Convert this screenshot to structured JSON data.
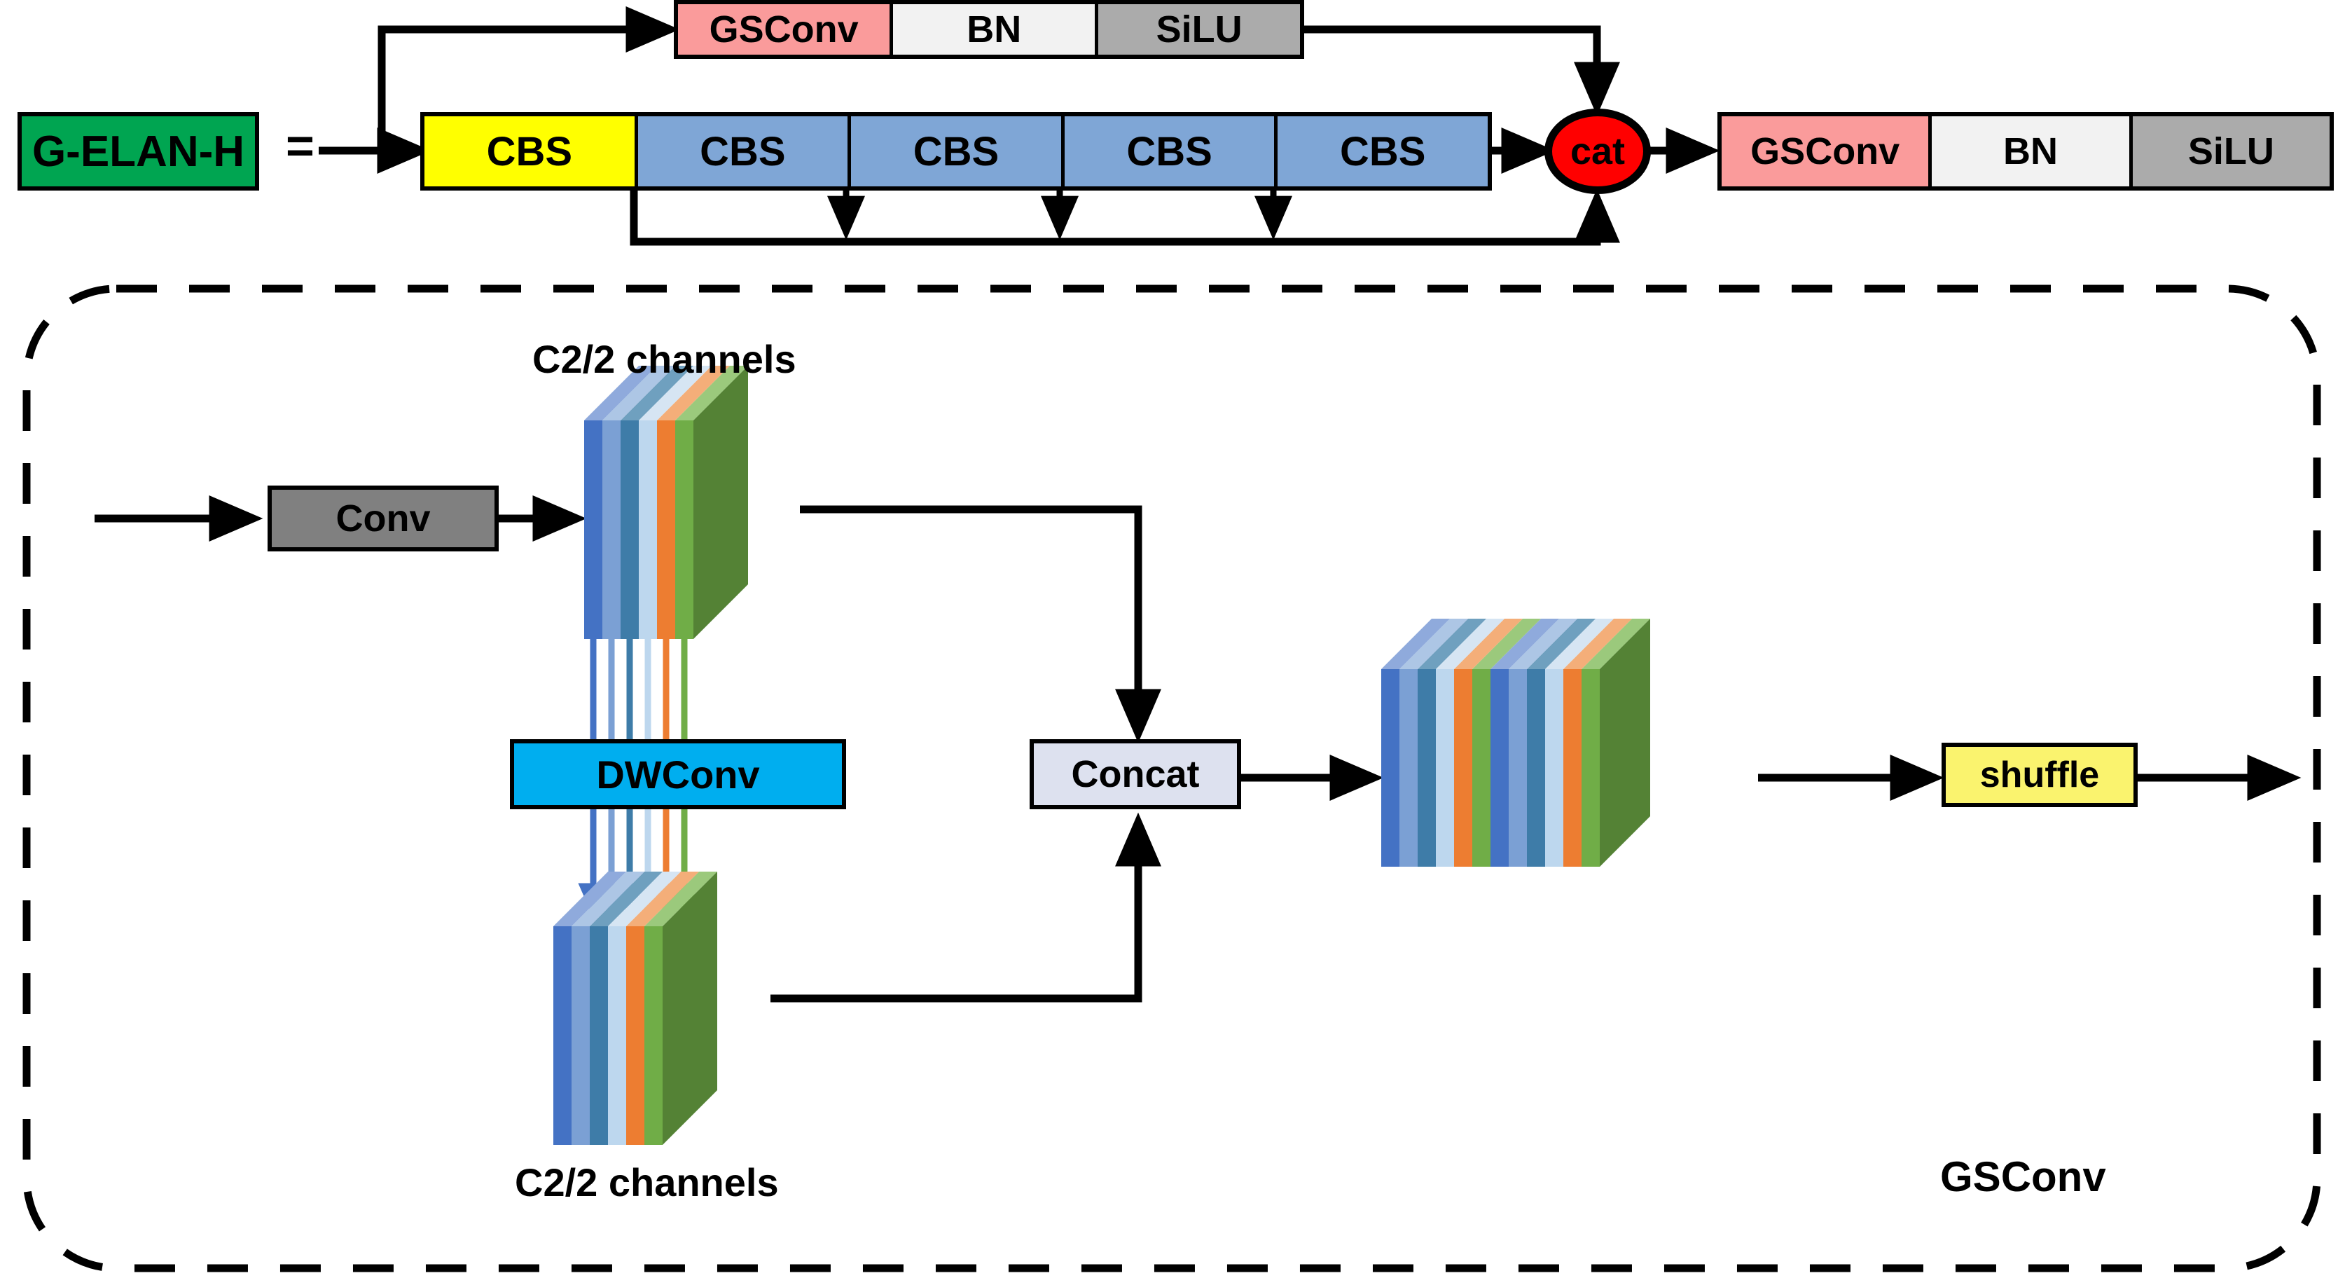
{
  "diagram": {
    "title_block": {
      "label": "G-ELAN-H",
      "color": "#00A551"
    },
    "equals": "=",
    "top_branch": {
      "cells": [
        {
          "label": "GSConv",
          "color": "#FA9B9B"
        },
        {
          "label": "BN",
          "color": "#F2F2F2"
        },
        {
          "label": "SiLU",
          "color": "#ABABAB"
        }
      ]
    },
    "main_branch": {
      "cells": [
        {
          "label": "CBS",
          "color": "#FFFF00"
        },
        {
          "label": "CBS",
          "color": "#7FA6D6"
        },
        {
          "label": "CBS",
          "color": "#7FA6D6"
        },
        {
          "label": "CBS",
          "color": "#7FA6D6"
        },
        {
          "label": "CBS",
          "color": "#7FA6D6"
        }
      ]
    },
    "concat_node": {
      "label": "cat",
      "color": "#FF0000",
      "text_color": "#000000"
    },
    "output_branch": {
      "cells": [
        {
          "label": "GSConv",
          "color": "#FA9B9B"
        },
        {
          "label": "BN",
          "color": "#F2F2F2"
        },
        {
          "label": "SiLU",
          "color": "#ABABAB"
        }
      ]
    }
  },
  "gsconv_panel": {
    "panel_label": "GSConv",
    "top_channels_label": "C2/2 channels",
    "bottom_channels_label": "C2/2 channels",
    "conv_block": {
      "label": "Conv",
      "color": "#808080"
    },
    "dwconv_block": {
      "label": "DWConv",
      "color": "#00AEEF"
    },
    "concat_block": {
      "label": "Concat",
      "color": "#DDE1EF"
    },
    "shuffle_block": {
      "label": "shuffle",
      "color": "#FAF36E"
    },
    "channel_colors": [
      "#4472C4",
      "#7BA0D4",
      "#3E7CA8",
      "#BDD7EE",
      "#ED7D31",
      "#70AD47"
    ],
    "channel_top_colors": [
      "#8FAADC",
      "#ADC6E5",
      "#6FA0BF",
      "#D6E5F3",
      "#F4AE79",
      "#9BC97C"
    ],
    "side_color": "#548235",
    "tensor_top_slabs": 6,
    "tensor_bottom_slabs": 6,
    "tensor_concat_slabs": 12
  },
  "chart_data": {
    "type": "diagram",
    "title": "G-ELAN-H module and GSConv detail",
    "nodes": [
      "G-ELAN-H",
      "GSConv",
      "BN",
      "SiLU",
      "CBS",
      "CBS",
      "CBS",
      "CBS",
      "CBS",
      "cat",
      "GSConv",
      "BN",
      "SiLU",
      "Conv",
      "DWConv",
      "Concat",
      "shuffle"
    ],
    "annotations": [
      "C2/2 channels",
      "C2/2 channels",
      "GSConv"
    ]
  }
}
